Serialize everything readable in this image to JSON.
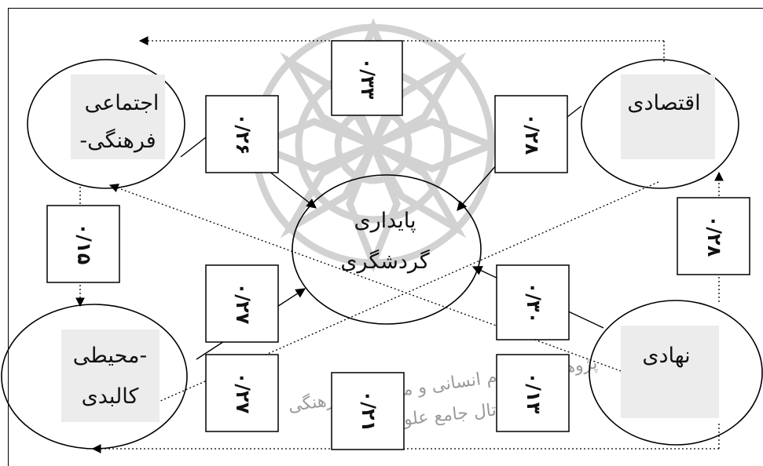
{
  "nodes": {
    "social_cultural": {
      "line1": "اجتماعی",
      "line2": "-فرهنگی"
    },
    "economic": {
      "line1": "اقتصادی"
    },
    "center": {
      "line1": "پایداری",
      "line2": "گردشگری"
    },
    "environmental": {
      "line1": "محیطی-",
      "line2": "کالبدی"
    },
    "institutional": {
      "line1": "نهادی"
    }
  },
  "coefficients": {
    "top": "۰/۳۳",
    "social_to_center": "۰/۲۶",
    "economic_to_center": "۰/۲۸",
    "social_to_env": "۰/۱۵",
    "institutional_to_economic": "۰/۲۸",
    "env_to_center": "۰/۲۷",
    "env_to_economic": "۰/۲۷",
    "institutional_to_center": "۰/۳۰",
    "institutional_to_social": "۰/۱۳",
    "bottom": "۰/۲۱"
  },
  "watermark": {
    "arc_text": "پرتال جامع علوم انسانی",
    "arc_text_2": "پژوهشگاه علوم انسانی و مطالعات فرهنگی"
  },
  "colors": {
    "line": "#000000",
    "label_bg": "#ececec",
    "watermark": "#b5b5b5"
  }
}
